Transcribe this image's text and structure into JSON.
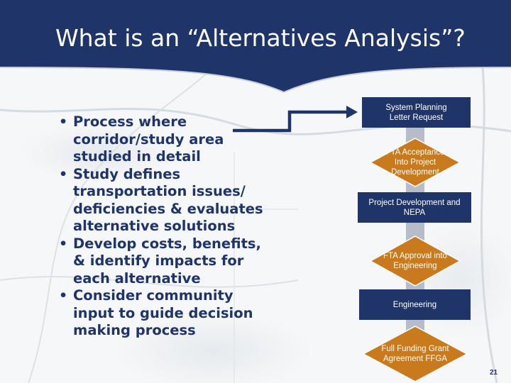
{
  "slide": {
    "title": "What is an “Alternatives Analysis”?",
    "page_number": "21"
  },
  "bullets": [
    "Process where corridor/study area studied in detail",
    "Study defines transportation issues/ deficiencies & evaluates alternative solutions",
    "Develop costs, benefits, & identify impacts for each alternative",
    "Consider community input to guide decision making process"
  ],
  "bullet_glyph": "•",
  "flow": [
    {
      "label": "System Planning Letter Request",
      "shape": "rectangle"
    },
    {
      "label": "FTA Acceptance Into Project Development",
      "shape": "diamond"
    },
    {
      "label": "Project Development and NEPA",
      "shape": "rectangle"
    },
    {
      "label": "FTA Approval into Engineering",
      "shape": "diamond"
    },
    {
      "label": "Engineering",
      "shape": "rectangle"
    },
    {
      "label": "Full Funding Grant Agreement FFGA",
      "shape": "diamond"
    }
  ],
  "colors": {
    "navy": "#1f3468",
    "diamond_fill": "#c97a1c",
    "flow_arrow": "#b6bcc9",
    "connector": "#1f3468"
  }
}
